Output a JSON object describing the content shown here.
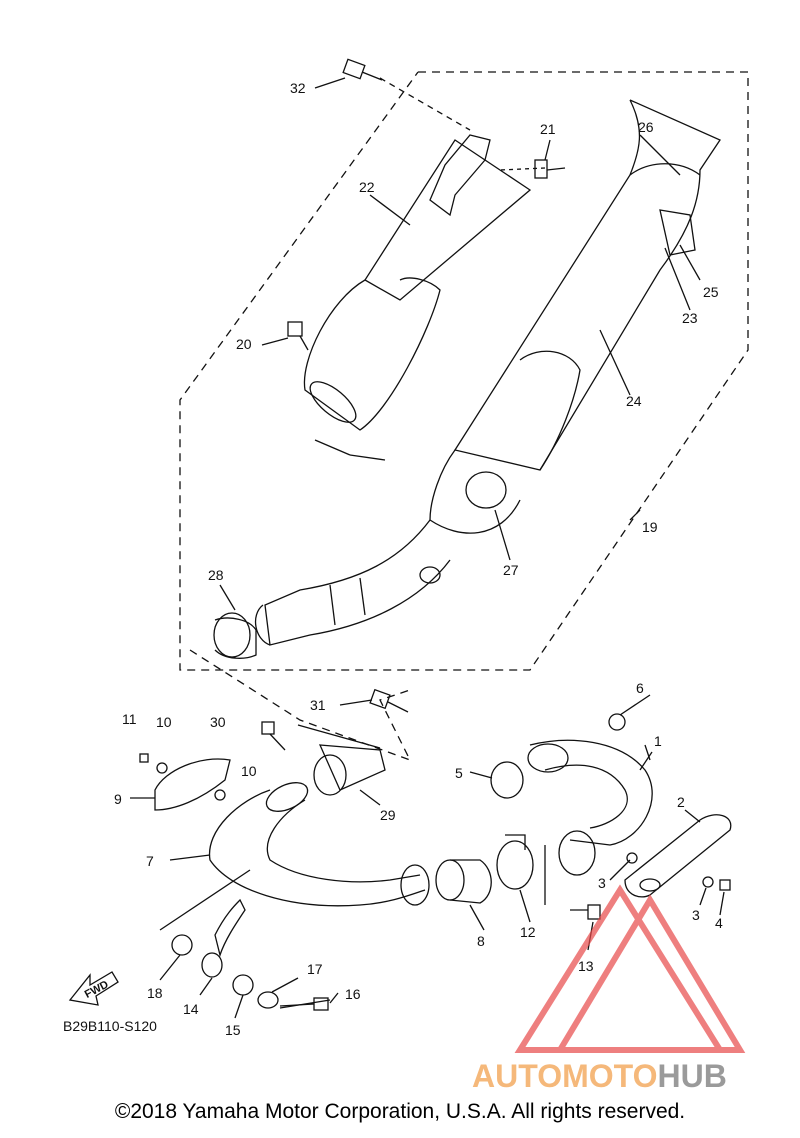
{
  "diagram_code": "B29B110-S120",
  "fwd_label": "FWD",
  "copyright": "©2018 Yamaha Motor Corporation, U.S.A. All rights reserved.",
  "watermark": {
    "part1": "AUTOMOTO",
    "part2": "HUB",
    "color1": "#f5b87a",
    "color2": "#9a9a9a",
    "logo_color": "#e84a4a"
  },
  "callouts": [
    {
      "id": "c1",
      "text": "1"
    },
    {
      "id": "c2",
      "text": "2"
    },
    {
      "id": "c3a",
      "text": "3"
    },
    {
      "id": "c3b",
      "text": "3"
    },
    {
      "id": "c4",
      "text": "4"
    },
    {
      "id": "c5",
      "text": "5"
    },
    {
      "id": "c6",
      "text": "6"
    },
    {
      "id": "c7",
      "text": "7"
    },
    {
      "id": "c8",
      "text": "8"
    },
    {
      "id": "c9",
      "text": "9"
    },
    {
      "id": "c10a",
      "text": "10"
    },
    {
      "id": "c10b",
      "text": "10"
    },
    {
      "id": "c11",
      "text": "11"
    },
    {
      "id": "c12",
      "text": "12"
    },
    {
      "id": "c13",
      "text": "13"
    },
    {
      "id": "c14",
      "text": "14"
    },
    {
      "id": "c15",
      "text": "15"
    },
    {
      "id": "c16",
      "text": "16"
    },
    {
      "id": "c17",
      "text": "17"
    },
    {
      "id": "c18",
      "text": "18"
    },
    {
      "id": "c19",
      "text": "19"
    },
    {
      "id": "c20",
      "text": "20"
    },
    {
      "id": "c21",
      "text": "21"
    },
    {
      "id": "c22",
      "text": "22"
    },
    {
      "id": "c23",
      "text": "23"
    },
    {
      "id": "c24",
      "text": "24"
    },
    {
      "id": "c25",
      "text": "25"
    },
    {
      "id": "c26",
      "text": "26"
    },
    {
      "id": "c27",
      "text": "27"
    },
    {
      "id": "c28",
      "text": "28"
    },
    {
      "id": "c29",
      "text": "29"
    },
    {
      "id": "c30",
      "text": "30"
    },
    {
      "id": "c31",
      "text": "31"
    },
    {
      "id": "c32",
      "text": "32"
    }
  ]
}
